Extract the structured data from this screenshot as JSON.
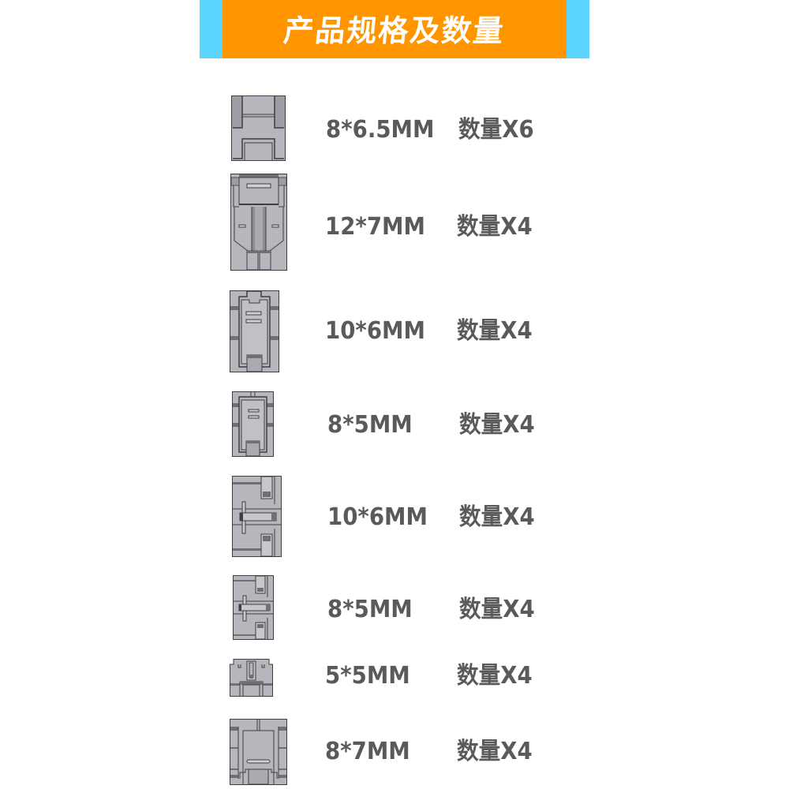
{
  "header": {
    "title": "产品规格及数量",
    "colors": {
      "accent": "#FF9600",
      "side": "#5CD6FF",
      "title_text": "#FFFFFF"
    }
  },
  "colors": {
    "text": "#5A5A5A",
    "connector_body": "#B5B7BC",
    "connector_dark": "#6E7075",
    "connector_outline": "#3E3F42"
  },
  "products": [
    {
      "spec": "8*6.5MM",
      "quantity": "数量X6",
      "icon": "connector-8x6.5-icon"
    },
    {
      "spec": "12*7MM",
      "quantity": "数量X4",
      "icon": "connector-12x7-icon"
    },
    {
      "spec": "10*6MM",
      "quantity": "数量X4",
      "icon": "connector-10x6-icon"
    },
    {
      "spec": "8*5MM",
      "quantity": "数量X4",
      "icon": "connector-8x5-icon"
    },
    {
      "spec": "10*6MM",
      "quantity": "数量X4",
      "icon": "connector-10x6-side-icon"
    },
    {
      "spec": "8*5MM",
      "quantity": "数量X4",
      "icon": "connector-8x5-side-icon"
    },
    {
      "spec": "5*5MM",
      "quantity": "数量X4",
      "icon": "connector-5x5-icon"
    },
    {
      "spec": "8*7MM",
      "quantity": "数量X4",
      "icon": "connector-8x7-icon"
    }
  ]
}
